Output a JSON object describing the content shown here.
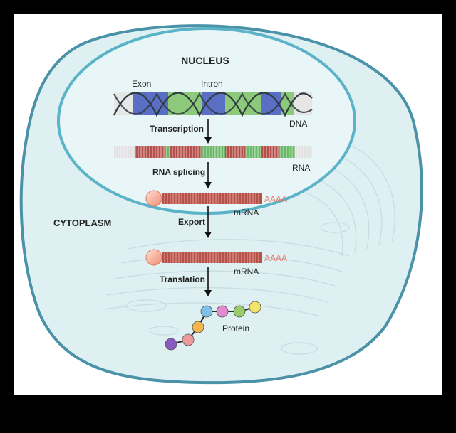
{
  "labels": {
    "nucleus": "NUCLEUS",
    "cytoplasm": "CYTOPLASM",
    "exon": "Exon",
    "intron": "Intron",
    "dna": "DNA",
    "rna": "RNA",
    "mrna_1": "mRNA",
    "mrna_2": "mRNA",
    "poly_a_1": "AAAA",
    "poly_a_2": "AAAA",
    "protein": "Protein"
  },
  "steps": {
    "transcription": "Transcription",
    "rna_splicing": "RNA splicing",
    "export": "Export",
    "translation": "Translation"
  },
  "colors": {
    "cell_fill": "#dff0f2",
    "cell_border": "#4a92a8",
    "nucleus_border": "#5bb3c8",
    "exon_blue": "#5a6fc4",
    "intron_green": "#8dc97a",
    "rna_red": "#b5514b",
    "rna_green": "#6db86a",
    "cap": "#f4a58f",
    "poly_a": "#e07a6e"
  },
  "protein_beads": [
    "#8a5bbf",
    "#ee9a9a",
    "#f5b54a",
    "#7fc0e8",
    "#e18ad0",
    "#9ccc6a",
    "#f4e36a"
  ]
}
